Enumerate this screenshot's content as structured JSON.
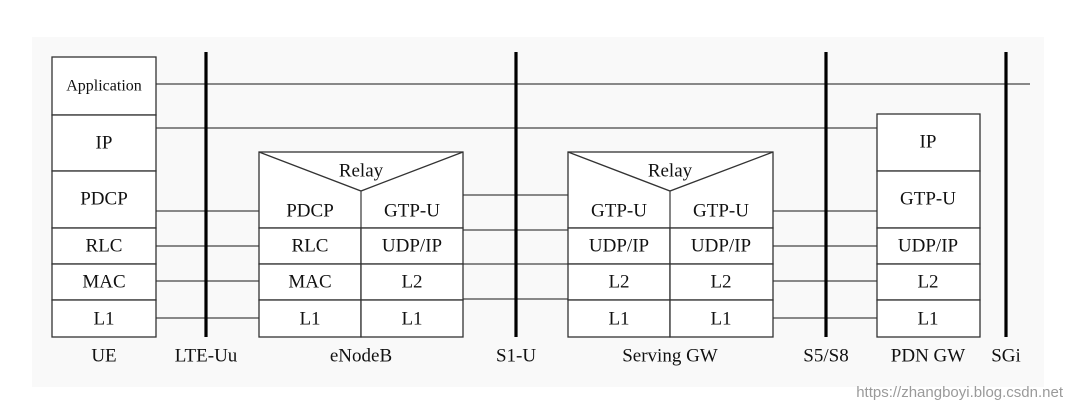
{
  "ue": {
    "layers": [
      "Application",
      "IP",
      "PDCP",
      "RLC",
      "MAC",
      "L1"
    ],
    "name": "UE"
  },
  "enodeb": {
    "relay": "Relay",
    "left": [
      "PDCP",
      "RLC",
      "MAC",
      "L1"
    ],
    "right": [
      "GTP-U",
      "UDP/IP",
      "L2",
      "L1"
    ],
    "name": "eNodeB"
  },
  "sgw": {
    "relay": "Relay",
    "left": [
      "GTP-U",
      "UDP/IP",
      "L2",
      "L1"
    ],
    "right": [
      "GTP-U",
      "UDP/IP",
      "L2",
      "L1"
    ],
    "name": "Serving GW"
  },
  "pgw": {
    "layers": [
      "IP",
      "GTP-U",
      "UDP/IP",
      "L2",
      "L1"
    ],
    "name": "PDN GW"
  },
  "interfaces": [
    "LTE-Uu",
    "S1-U",
    "S5/S8",
    "SGi"
  ],
  "watermark": "https://zhangboyi.blog.csdn.net"
}
